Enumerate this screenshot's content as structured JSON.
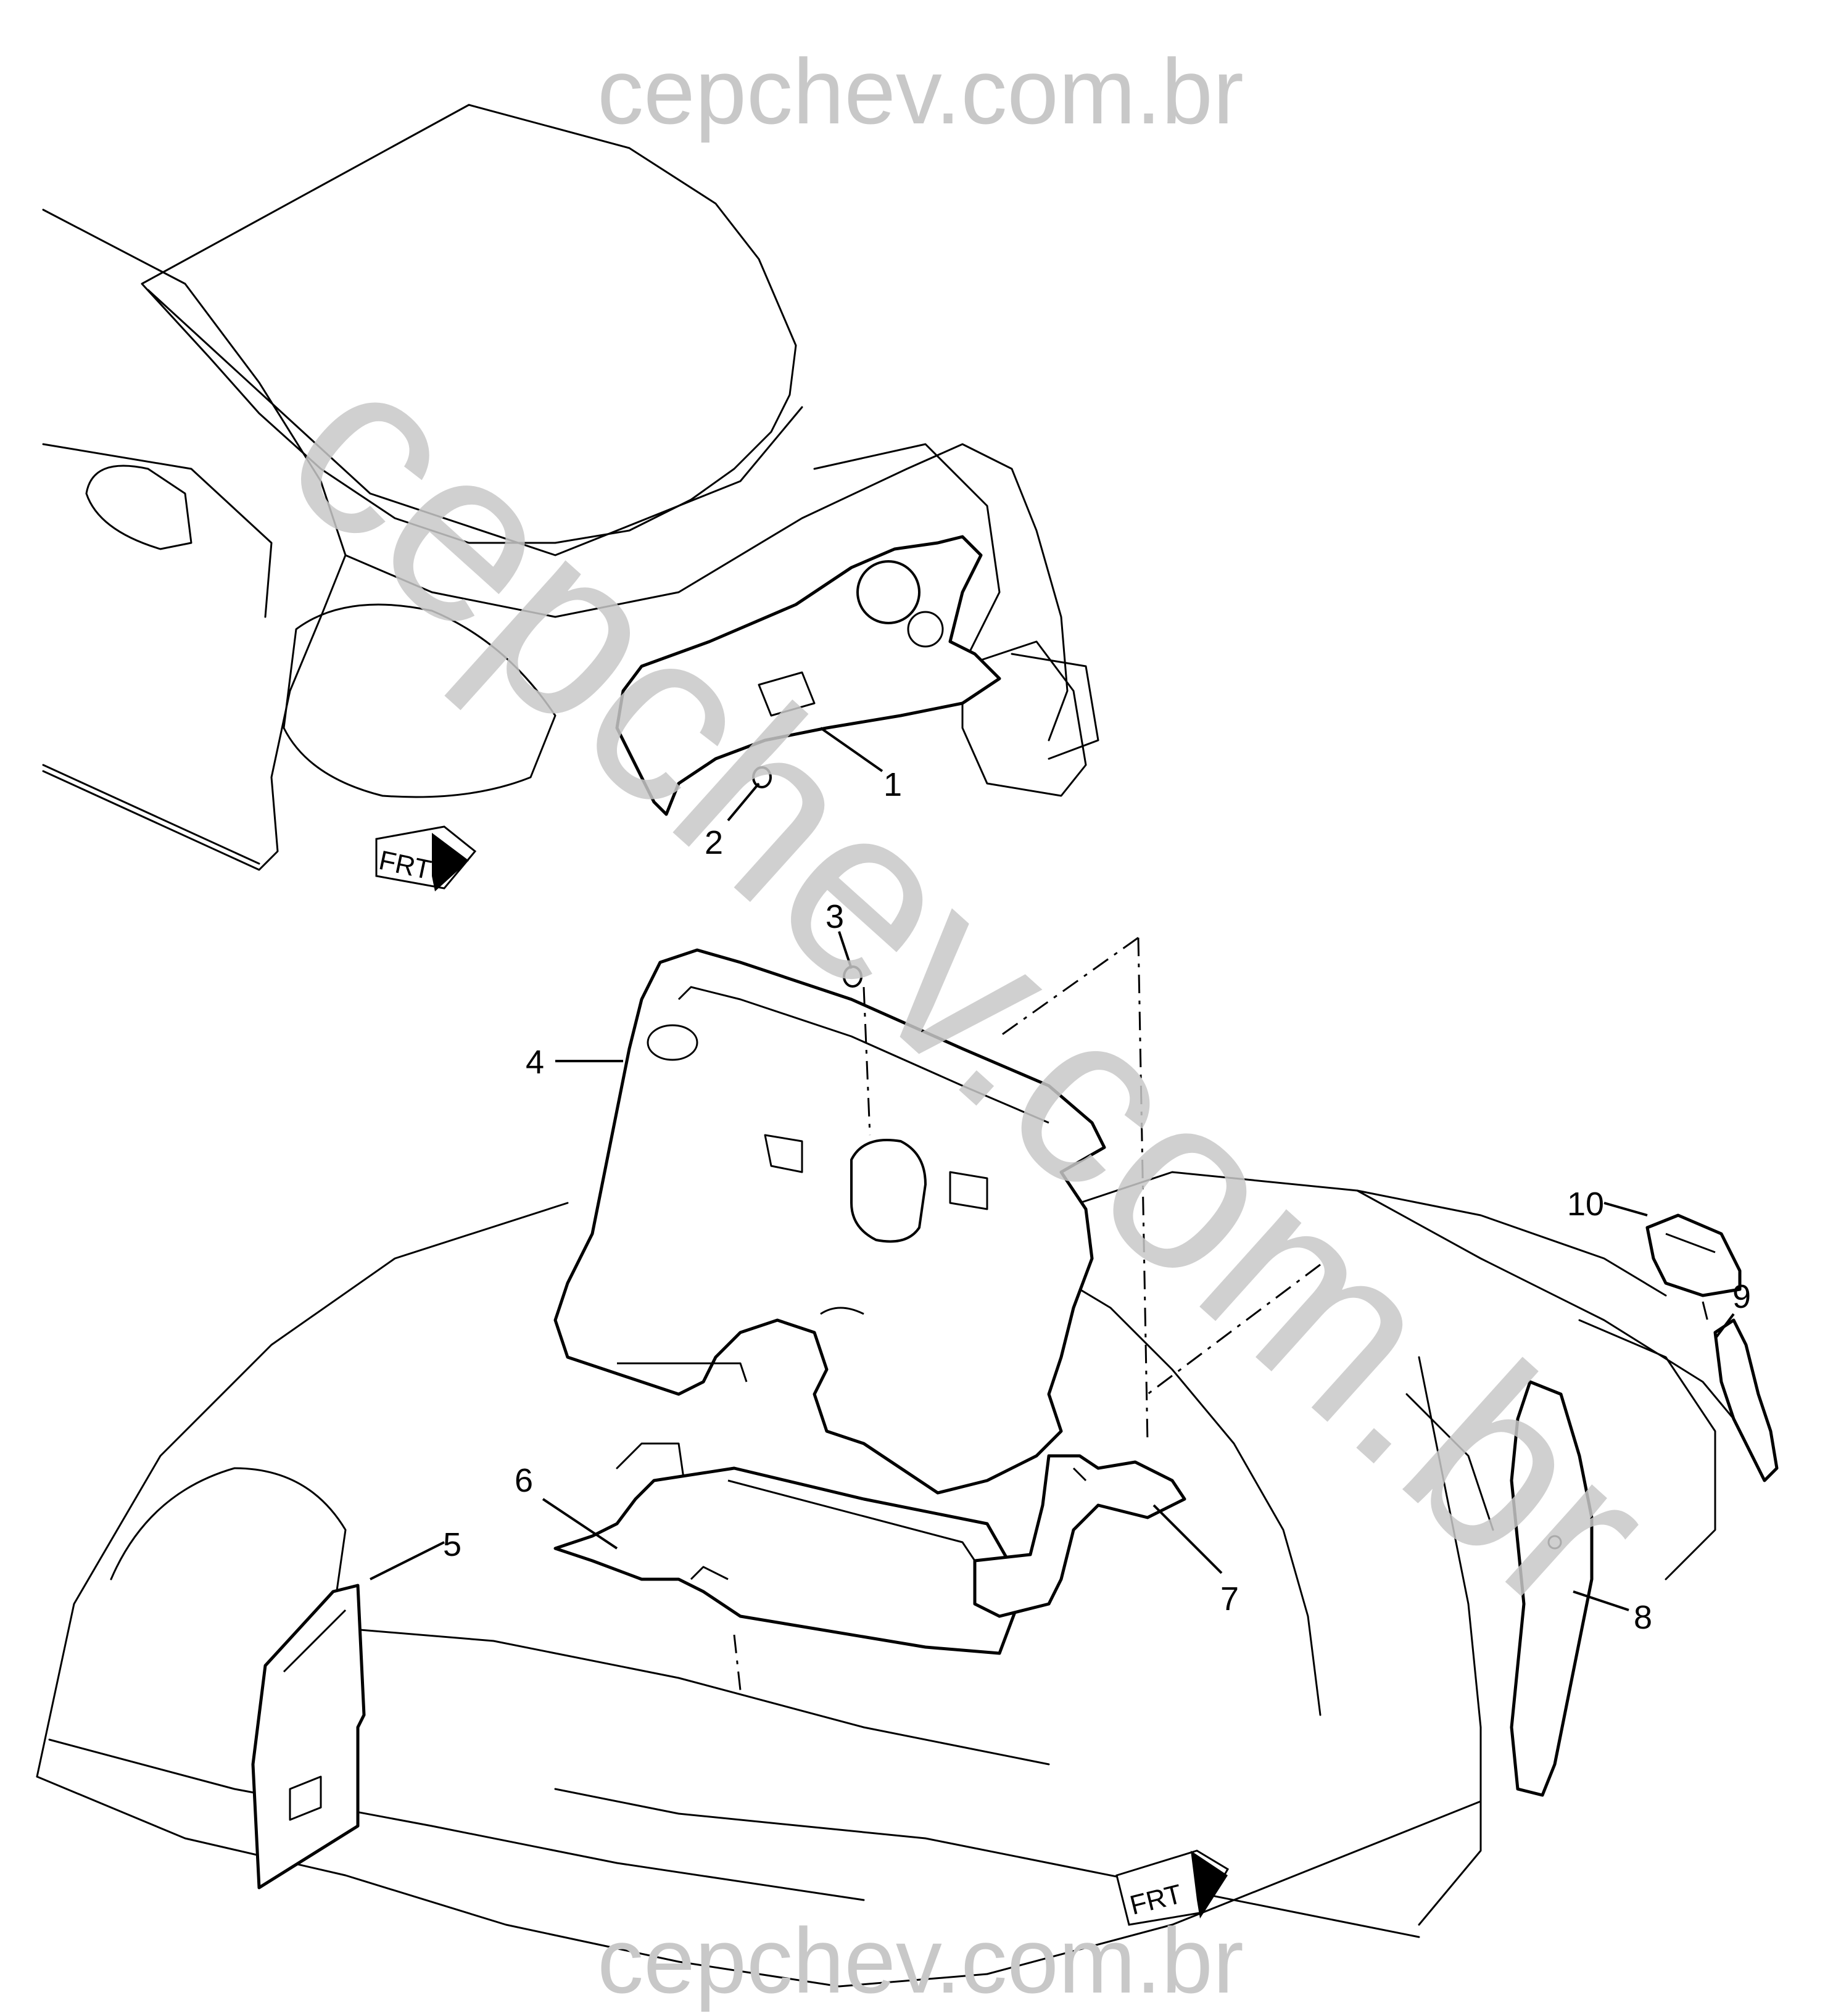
{
  "watermark": {
    "top": "cepchev.com.br",
    "bottom": "cepchev.com.br",
    "diagonal": "cepchev.com.br",
    "color": "#c8c8c8"
  },
  "direction_arrows": [
    {
      "label": "FRT"
    },
    {
      "label": "FRT"
    }
  ],
  "callouts": [
    {
      "number": "1"
    },
    {
      "number": "2"
    },
    {
      "number": "3"
    },
    {
      "number": "4"
    },
    {
      "number": "5"
    },
    {
      "number": "6"
    },
    {
      "number": "7"
    },
    {
      "number": "8"
    },
    {
      "number": "9"
    },
    {
      "number": "10"
    }
  ],
  "colors": {
    "line": "#000000",
    "part_fill": "#ffffff",
    "background": "#ffffff"
  }
}
